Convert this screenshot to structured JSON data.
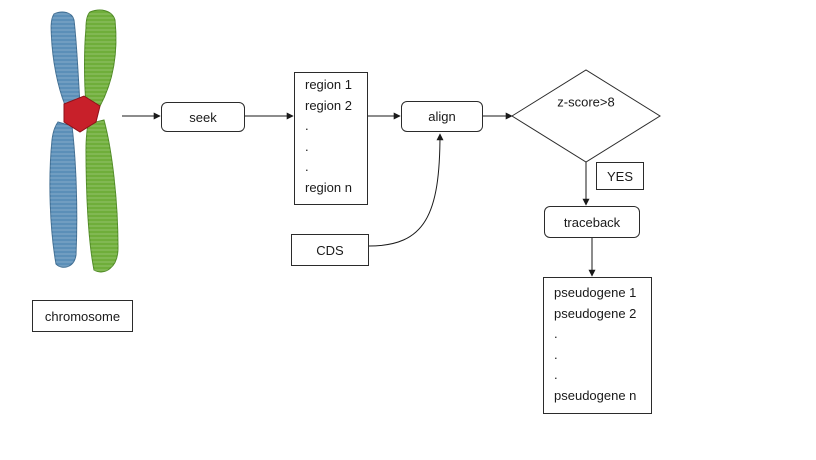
{
  "diagram": {
    "chromosome_label": "chromosome",
    "seek_label": "seek",
    "regions": [
      "region 1",
      "region 2",
      ".",
      ".",
      ".",
      "region n"
    ],
    "align_label": "align",
    "cds_label": "CDS",
    "decision_label": "z-score>8",
    "yes_label": "YES",
    "traceback_label": "traceback",
    "pseudogenes": [
      "pseudogene 1",
      "pseudogene 2",
      ".",
      ".",
      ".",
      "pseudogene n"
    ],
    "colors": {
      "chromatid_blue": "#5b8fb8",
      "chromatid_green": "#6fae3a",
      "centromere_red": "#c8202a",
      "line": "#1a1a1a"
    }
  }
}
